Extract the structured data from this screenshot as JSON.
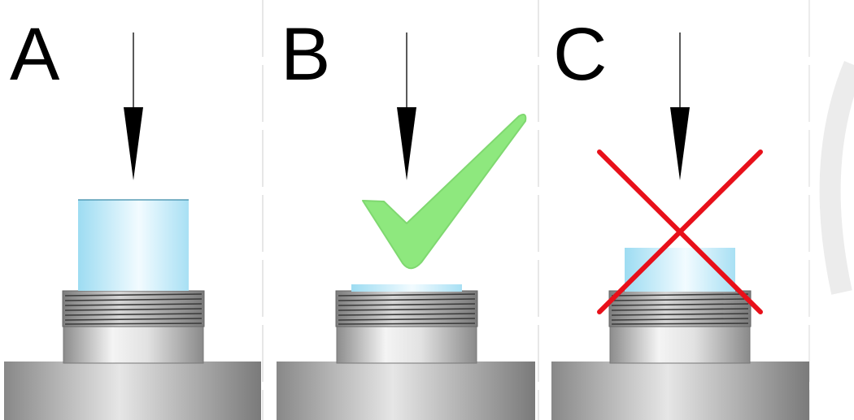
{
  "panels": [
    {
      "label": "A",
      "pin": "long",
      "mark": "none"
    },
    {
      "label": "B",
      "pin": "flush",
      "mark": "check"
    },
    {
      "label": "C",
      "pin": "medium",
      "mark": "cross"
    }
  ],
  "colors": {
    "check": "#8ee87e",
    "cross": "#e8101a",
    "arrow": "#000000",
    "pin_light": "#f2fbff",
    "pin_mid": "#9ddcf2",
    "metal_light": "#f6f6f6",
    "metal_dark": "#8c8c8c",
    "base_dark": "#7a7a7a"
  }
}
